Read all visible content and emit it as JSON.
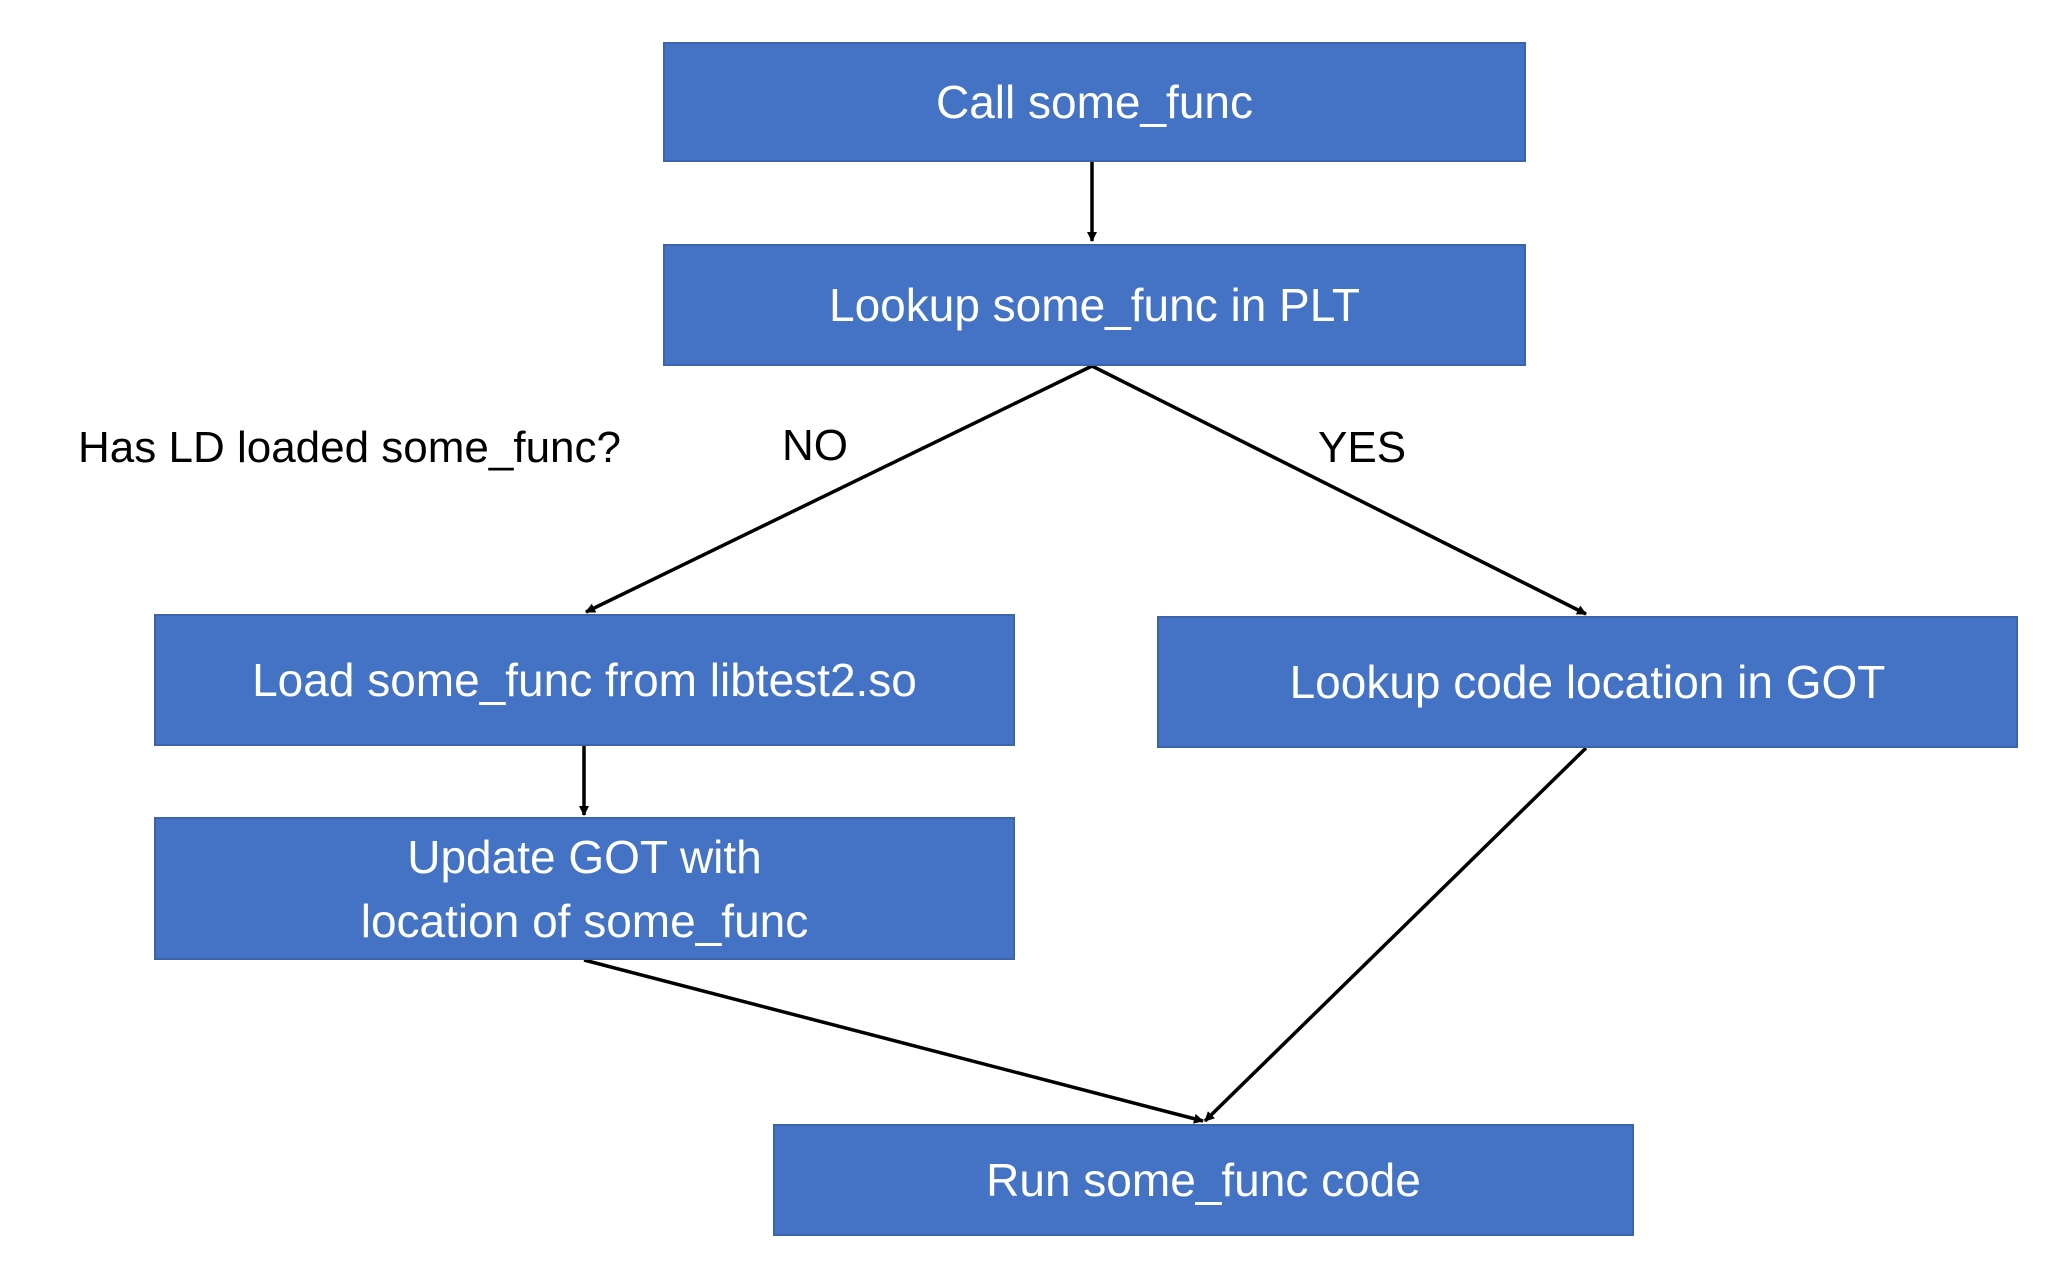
{
  "nodes": {
    "call": "Call some_func",
    "lookup_plt": "Lookup some_func in PLT",
    "load": "Load some_func from libtest2.so",
    "lookup_got": "Lookup code location in GOT",
    "update": "Update GOT with location of some_func",
    "run": "Run some_func code"
  },
  "labels": {
    "question": "Has LD loaded some_func?",
    "no": "NO",
    "yes": "YES"
  },
  "colors": {
    "box_fill": "#4472c4",
    "box_text": "#ffffff",
    "line": "#000000"
  }
}
